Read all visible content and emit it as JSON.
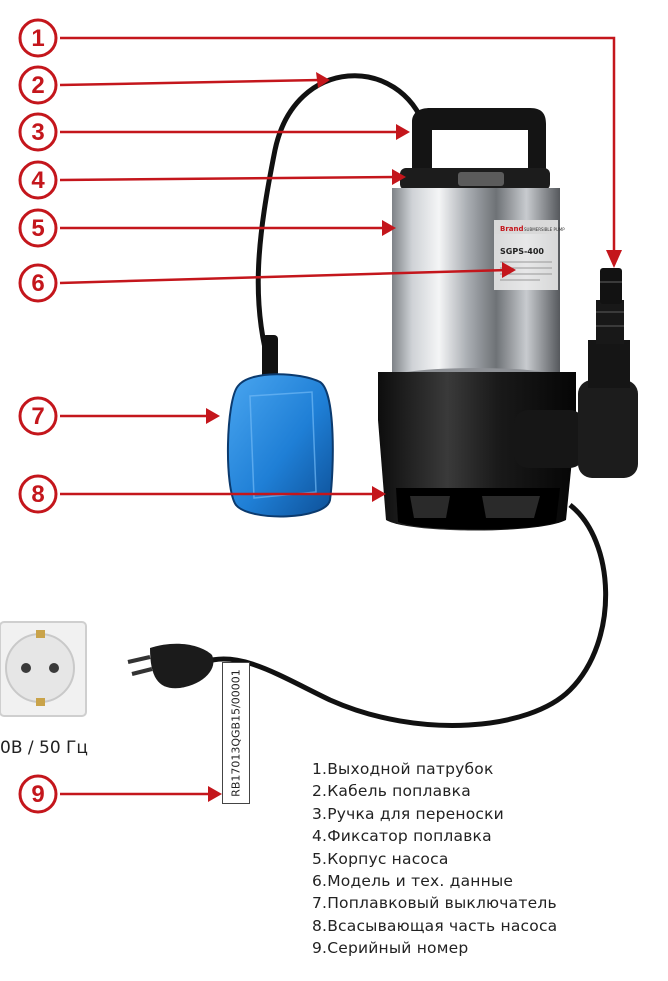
{
  "callouts": [
    {
      "number": "1"
    },
    {
      "number": "2"
    },
    {
      "number": "3"
    },
    {
      "number": "4"
    },
    {
      "number": "5"
    },
    {
      "number": "6"
    },
    {
      "number": "7"
    },
    {
      "number": "8"
    },
    {
      "number": "9"
    }
  ],
  "legend": [
    "1.Выходной патрубок",
    "2.Кабель поплавка",
    "3.Ручка для переноски",
    "4.Фиксатор поплавка",
    "5.Корпус насоса",
    "6.Модель и тех. данные",
    "7.Поплавковый выключатель",
    "8.Всасывающая часть насоса",
    "9.Серийный номер"
  ],
  "voltage_label": "0В / 50 Гц",
  "serial_number": "RB17013QGB15/00001",
  "pump_label": {
    "brand": "Brand",
    "model": "SGPS-400",
    "tagline": "SUBMERSIBLE PUMP"
  },
  "colors": {
    "accent_red": "#c4161c",
    "float_blue": "#1f7fd6",
    "housing_black": "#1a1a1a",
    "steel": "#b9bcc0"
  }
}
